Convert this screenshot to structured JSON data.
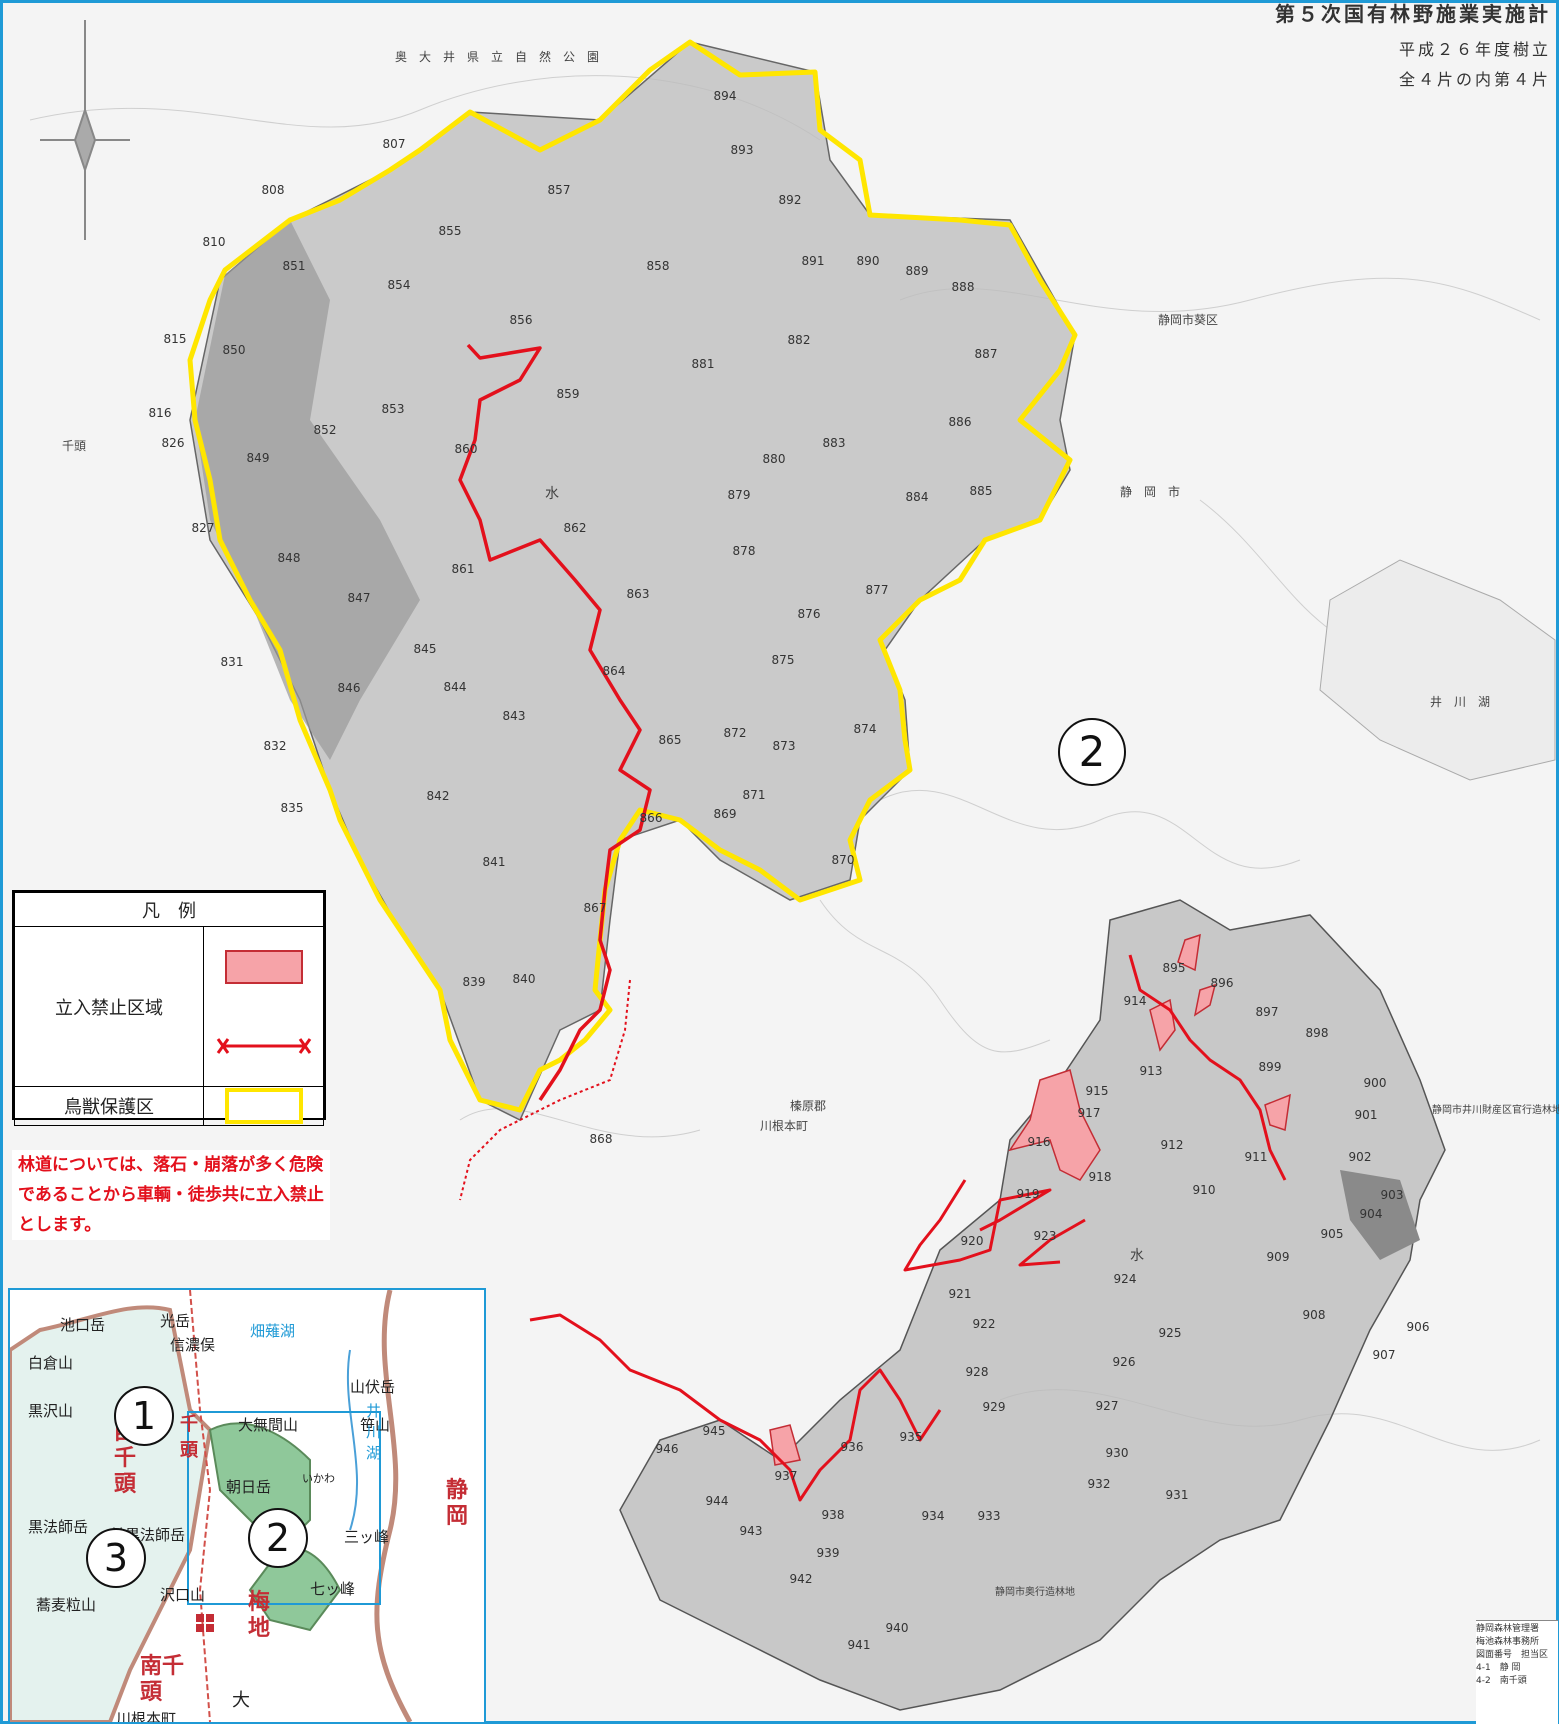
{
  "title": {
    "line1": "第５次国有林野施業実施計",
    "line2": "平成２６年度樹立",
    "line3": "全４片の内第４片"
  },
  "area_marker": "2",
  "map_labels": {
    "park": "奥　大　井　県　立　自　然　公　園",
    "lake": "井　川　湖",
    "shizuoka_city": "静　岡　市",
    "aoi_ward": "静岡市葵区",
    "kawane": "川根本町",
    "yoshihara": "榛原郡",
    "senzu": "千頭",
    "water1": "水",
    "water2": "水",
    "shizuoka_hoanrin": "静岡市奥行造林地",
    "shizuoka_zaisanku": "静岡市井川財産区官行造林地"
  },
  "compartments": [
    "894",
    "893",
    "892",
    "891",
    "890",
    "889",
    "888",
    "887",
    "886",
    "885",
    "884",
    "883",
    "882",
    "881",
    "880",
    "879",
    "878",
    "877",
    "876",
    "875",
    "874",
    "873",
    "872",
    "871",
    "870",
    "869",
    "868",
    "867",
    "866",
    "865",
    "864",
    "863",
    "862",
    "861",
    "860",
    "859",
    "858",
    "857",
    "856",
    "855",
    "854",
    "853",
    "852",
    "851",
    "850",
    "849",
    "848",
    "847",
    "846",
    "845",
    "844",
    "843",
    "842",
    "841",
    "840",
    "839",
    "808",
    "807",
    "810",
    "815",
    "816",
    "826",
    "827",
    "831",
    "832",
    "835",
    "895",
    "896",
    "897",
    "898",
    "899",
    "900",
    "901",
    "902",
    "903",
    "904",
    "905",
    "906",
    "907",
    "908",
    "909",
    "910",
    "911",
    "912",
    "913",
    "914",
    "915",
    "916",
    "917",
    "918",
    "919",
    "920",
    "921",
    "922",
    "923",
    "924",
    "925",
    "926",
    "927",
    "928",
    "929",
    "930",
    "931",
    "932",
    "933",
    "934",
    "935",
    "936",
    "937",
    "938",
    "939",
    "940",
    "941",
    "942",
    "943",
    "944",
    "945",
    "946"
  ],
  "legend": {
    "header": "凡　例",
    "restricted": "立入禁止区域",
    "sanctuary": "鳥獣保護区"
  },
  "note": "林道については、落石・崩落が多く危険であることから車輌・徒歩共に立入禁止とします。",
  "inset": {
    "places": [
      "池口岳",
      "光岳",
      "信濃俣",
      "畑薙湖",
      "白倉山",
      "山伏岳",
      "黒沢山",
      "大無間山",
      "笹山",
      "朝日岳",
      "いかわ",
      "黒法師岳",
      "前黒法師岳",
      "三ッ峰",
      "沢口山",
      "七ッ峰",
      "蕎麦粒山",
      "川根本町",
      "大"
    ],
    "regions": [
      "西千頭",
      "静岡",
      "南千頭",
      "梅地",
      "千頭",
      "井川湖"
    ],
    "markers": [
      "1",
      "2",
      "3"
    ]
  },
  "admin_block": {
    "line1": "静岡森林管理署",
    "line2": "梅池森林事務所",
    "line3": "図面番号　担当区",
    "line4": "4-1　静 岡",
    "line5": "4-2　南千頭"
  },
  "colors": {
    "frame": "#1f9ad6",
    "sanctuary_line": "#ffe600",
    "restricted_line": "#e3101c",
    "restricted_fill": "#f6a3a8",
    "forest_fill": "#b9b9b9"
  }
}
